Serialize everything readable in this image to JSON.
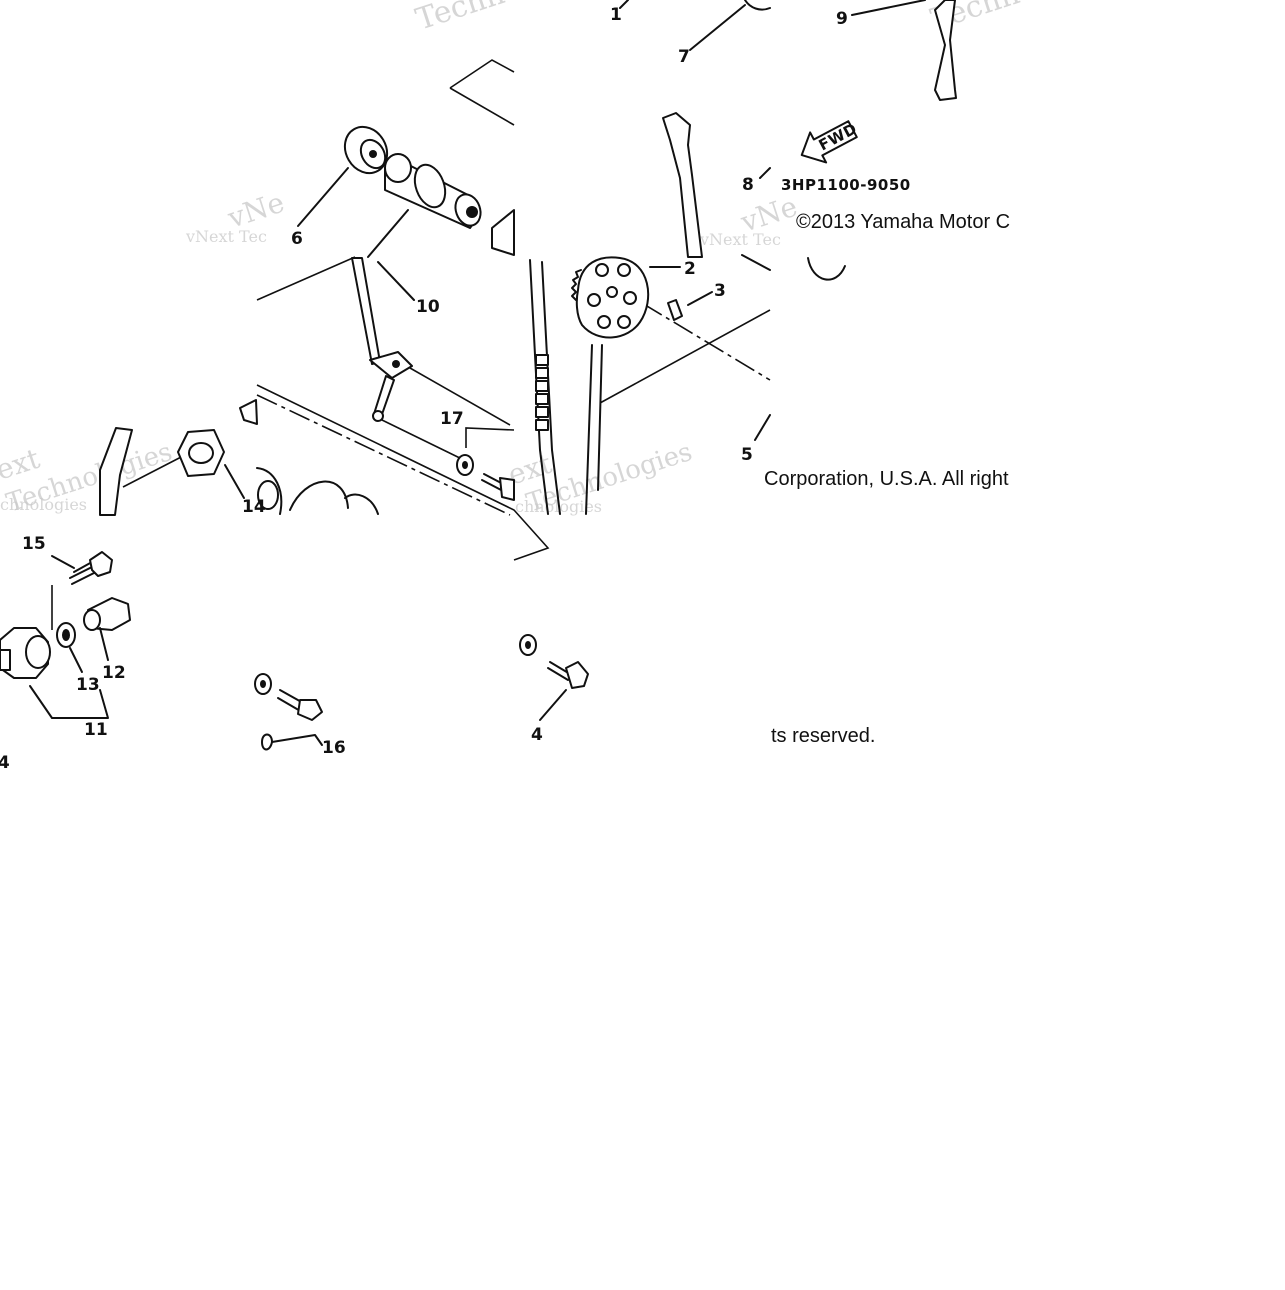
{
  "diagram": {
    "callouts": [
      "1",
      "2",
      "3",
      "4",
      "5",
      "6",
      "7",
      "8",
      "9",
      "10",
      "11",
      "12",
      "13",
      "14",
      "15",
      "16",
      "17"
    ],
    "drawing_code": "3HP1100-9050",
    "forward_arrow_label": "FWD",
    "copyright_fragments": [
      "©2013 Yamaha Motor C",
      "Corporation, U.S.A. All right",
      "ts reserved."
    ],
    "watermark_fragments": [
      "Techno",
      "vNext Tec",
      "Technologies",
      "ext",
      "chnologies",
      "vNe",
      "Techno"
    ]
  }
}
